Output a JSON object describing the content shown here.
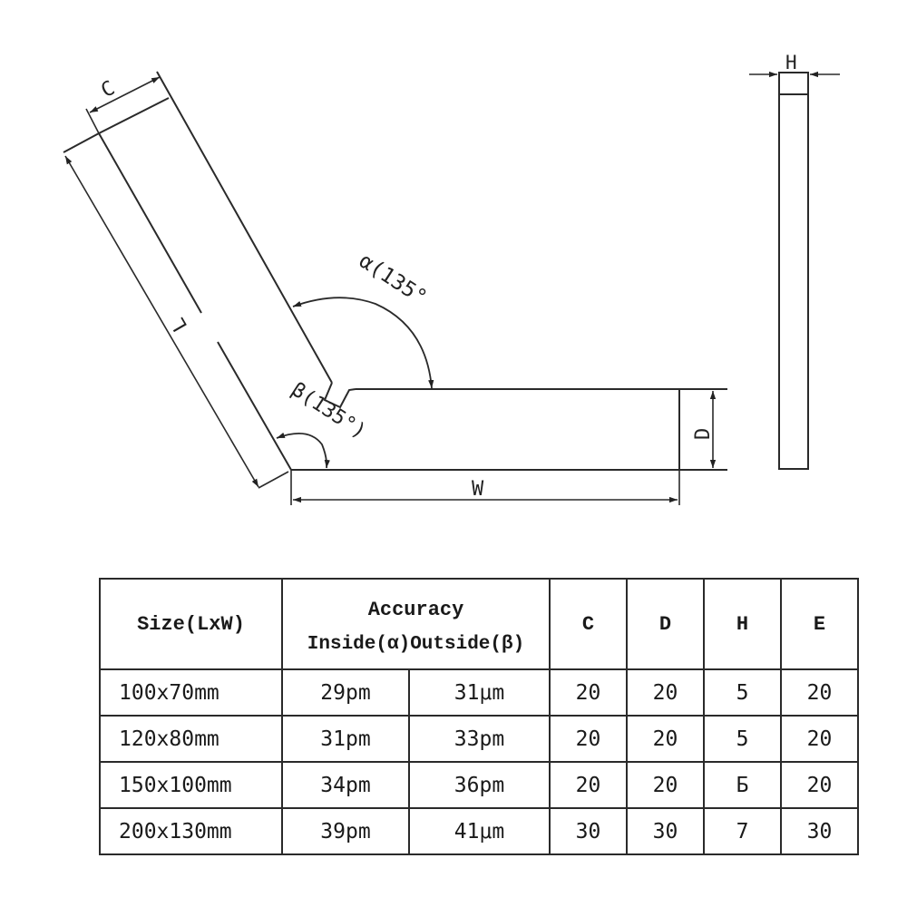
{
  "diagram": {
    "labels": {
      "C": "C",
      "L": "L",
      "W": "W",
      "D": "D",
      "H": "H",
      "alpha": "α(135°",
      "beta": "β(135°)"
    },
    "line_color": "#2a2a2a"
  },
  "table": {
    "headers": {
      "size": "Size(LxW)",
      "accuracy": "Accuracy",
      "inside": "Inside(α)",
      "outside": "Outside(β)",
      "c": "C",
      "d": "D",
      "h": "H",
      "e": "E"
    },
    "rows": [
      {
        "size": "100x70mm",
        "inside": "29pm",
        "outside": "31μm",
        "c": "20",
        "d": "20",
        "h": "5",
        "e": "20"
      },
      {
        "size": "120x80mm",
        "inside": "31pm",
        "outside": "33pm",
        "c": "20",
        "d": "20",
        "h": "5",
        "e": "20"
      },
      {
        "size": "150x100mm",
        "inside": "34pm",
        "outside": "36pm",
        "c": "20",
        "d": "20",
        "h": "Б",
        "e": "20"
      },
      {
        "size": "200x130mm",
        "inside": "39pm",
        "outside": "41μm",
        "c": "30",
        "d": "30",
        "h": "7",
        "e": "30"
      }
    ]
  }
}
